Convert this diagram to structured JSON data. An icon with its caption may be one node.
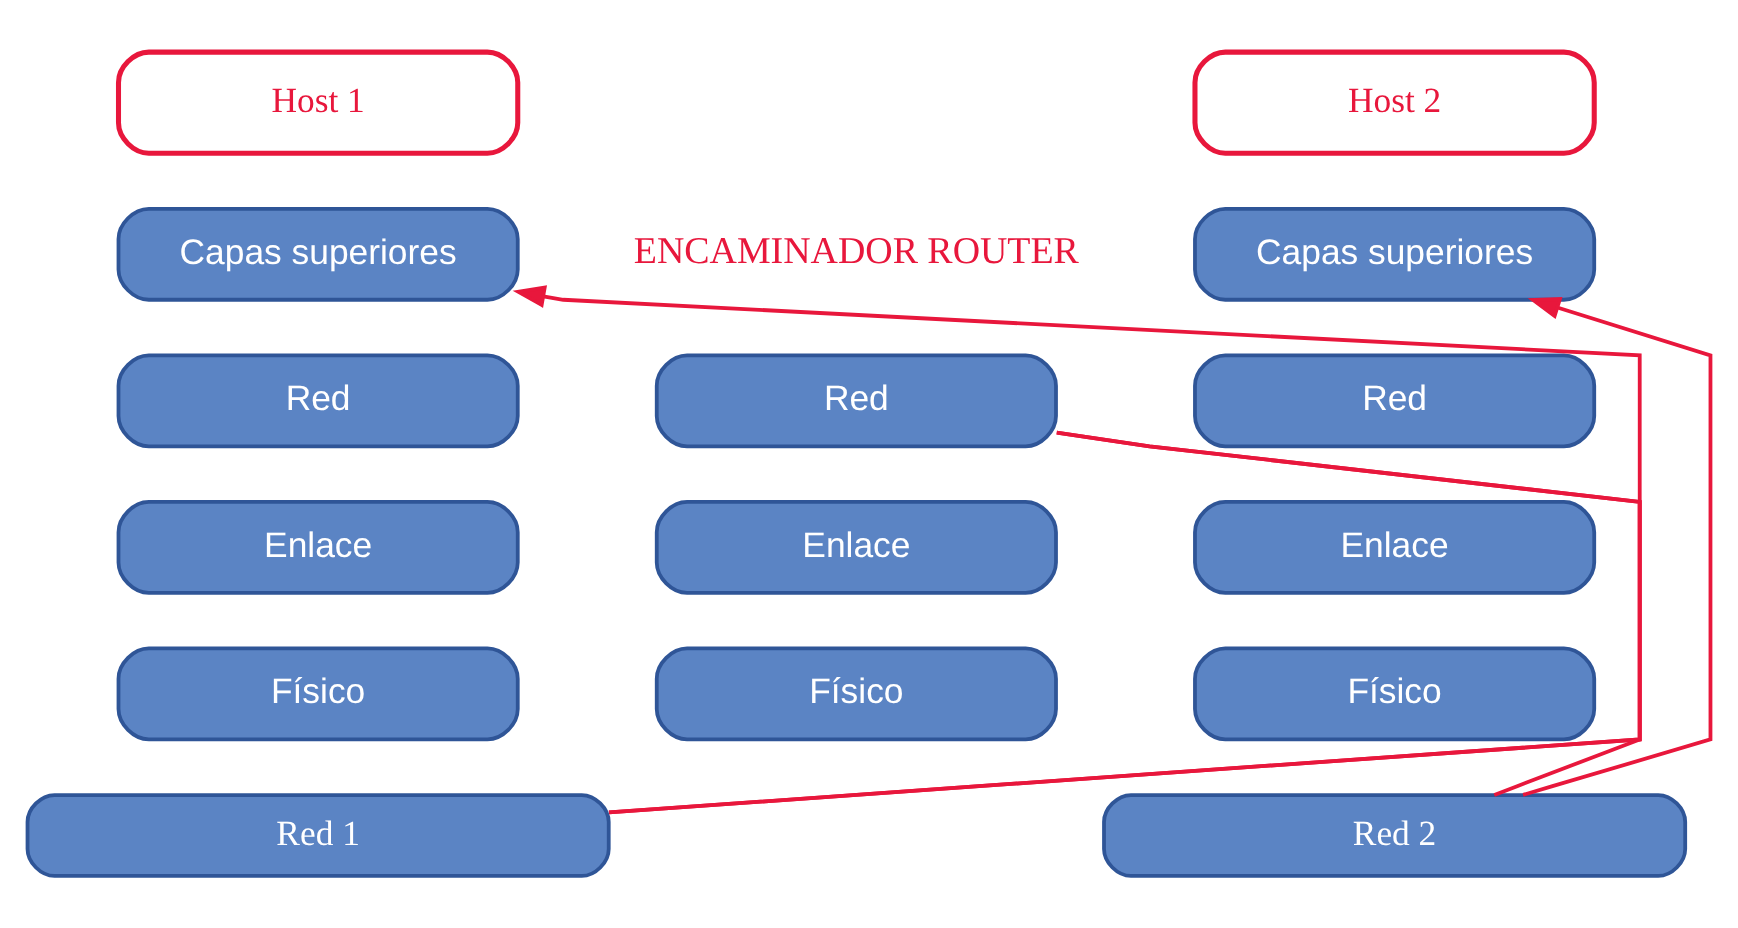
{
  "diagram": {
    "nodes": [
      {
        "text": [
          "Host 1"
        ]
      },
      {
        "text": [
          "Capas superiores"
        ]
      },
      {
        "text": [
          "Red"
        ]
      },
      {
        "text": [
          "Enlace"
        ]
      },
      {
        "text": [
          "Físico"
        ]
      },
      {
        "text": [
          "Red"
        ]
      },
      {
        "text": [
          "Enlace"
        ]
      },
      {
        "text": [
          "Físico"
        ]
      },
      {
        "text": [
          "Host 2"
        ]
      },
      {
        "text": [
          "Capas superiores"
        ]
      },
      {
        "text": [
          "Red"
        ]
      },
      {
        "text": [
          "Enlace"
        ]
      },
      {
        "text": [
          "Físico"
        ]
      },
      {
        "text": [
          "Red 1"
        ]
      },
      {
        "text": [
          "Red 2"
        ]
      }
    ],
    "edges": [
      {
        "from": 13,
        "to": 1,
        "arrow": "to"
      },
      {
        "from": 13,
        "to": 5,
        "arrow": "none"
      },
      {
        "from": 5,
        "to": 14,
        "arrow": "none"
      },
      {
        "from": 14,
        "to": 9,
        "arrow": "to"
      }
    ],
    "labels": [
      "ENCAMINADOR ROUTER"
    ]
  }
}
